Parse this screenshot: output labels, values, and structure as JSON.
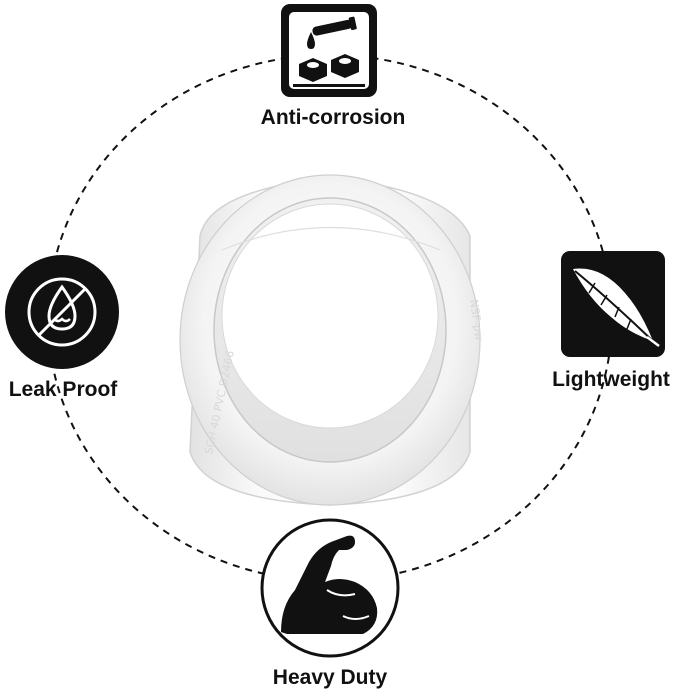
{
  "features": {
    "top": {
      "label": "Anti-corrosion",
      "icon": "anti-corrosion-icon"
    },
    "left": {
      "label": "Leak Proof",
      "icon": "no-leak-drop-icon"
    },
    "right": {
      "label": "Lightweight",
      "icon": "feather-icon"
    },
    "bottom": {
      "label": "Heavy Duty",
      "icon": "flexed-arm-icon"
    }
  },
  "product": {
    "icon": "pvc-coupling-fitting"
  },
  "colors": {
    "icon_fill": "#111111",
    "text": "#111111",
    "background": "#ffffff",
    "ring": "#111111"
  }
}
